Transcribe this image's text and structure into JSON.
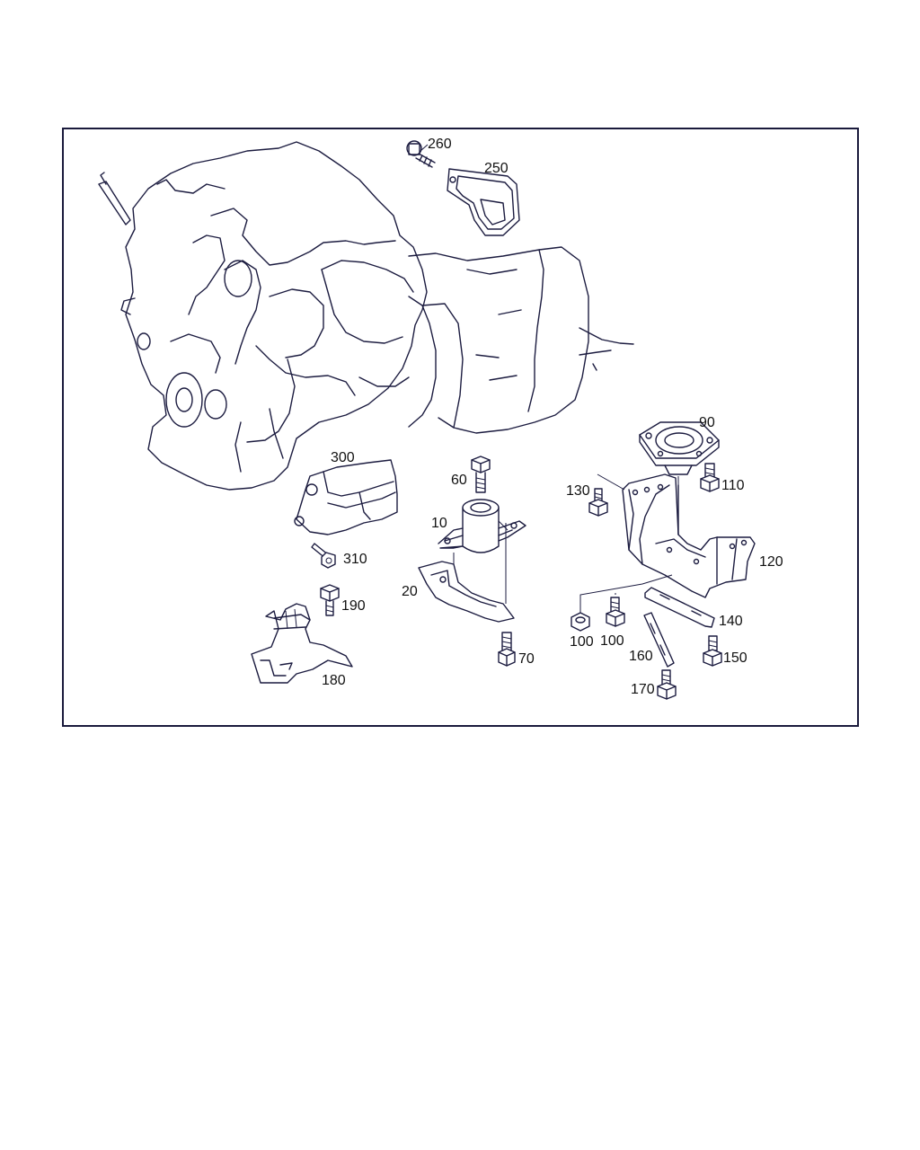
{
  "diagram": {
    "callouts": [
      "260",
      "250",
      "90",
      "300",
      "60",
      "110",
      "130",
      "10",
      "120",
      "310",
      "20",
      "190",
      "140",
      "100",
      "100",
      "160",
      "150",
      "70",
      "180",
      "170"
    ]
  },
  "colors": {
    "line": "#1c1c40",
    "frame": "#1a1a3c",
    "text": "#111111",
    "background": "#ffffff"
  }
}
